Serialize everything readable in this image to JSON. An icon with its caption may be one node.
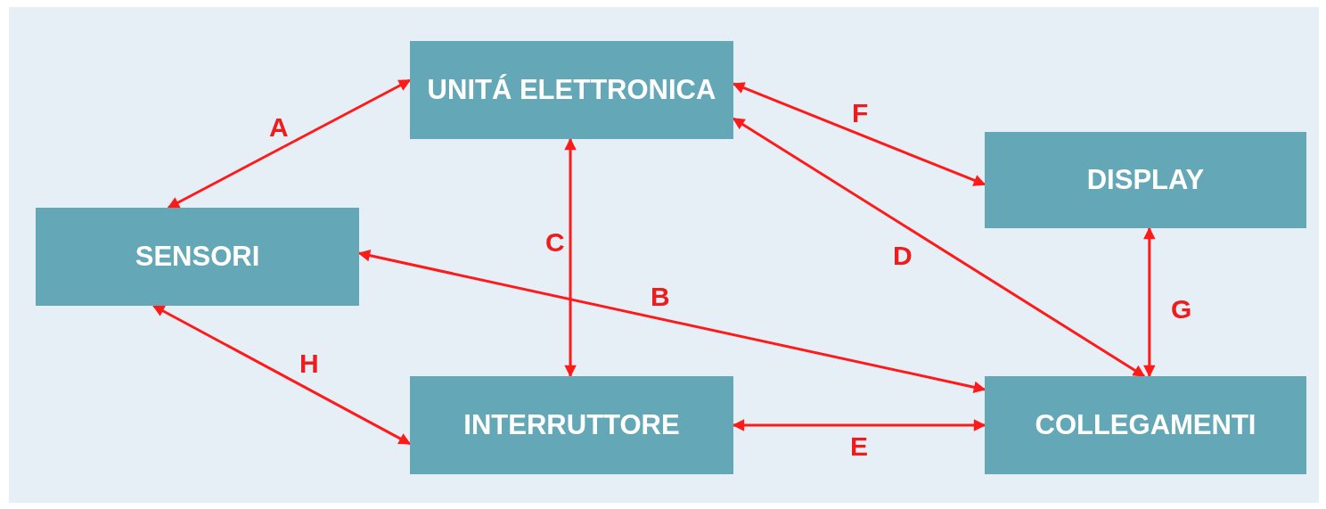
{
  "diagram": {
    "nodes": [
      {
        "text": [
          "UNITÁ ELETTRONICA"
        ]
      },
      {
        "text": [
          "DISPLAY"
        ]
      },
      {
        "text": [
          "SENSORI"
        ]
      },
      {
        "text": [
          "INTERRUTTORE"
        ]
      },
      {
        "text": [
          "COLLEGAMENTI"
        ]
      }
    ],
    "edges": [
      {
        "from": 2,
        "to": 0,
        "arrow": "both",
        "label": "A"
      },
      {
        "from": 2,
        "to": 4,
        "arrow": "both",
        "label": "B"
      },
      {
        "from": 0,
        "to": 3,
        "arrow": "both",
        "label": "C"
      },
      {
        "from": 0,
        "to": 4,
        "arrow": "both",
        "label": "D"
      },
      {
        "from": 3,
        "to": 4,
        "arrow": "both",
        "label": "E"
      },
      {
        "from": 0,
        "to": 1,
        "arrow": "both",
        "label": "F"
      },
      {
        "from": 1,
        "to": 4,
        "arrow": "both",
        "label": "G"
      },
      {
        "from": 2,
        "to": 3,
        "arrow": "both",
        "label": "H"
      }
    ]
  }
}
